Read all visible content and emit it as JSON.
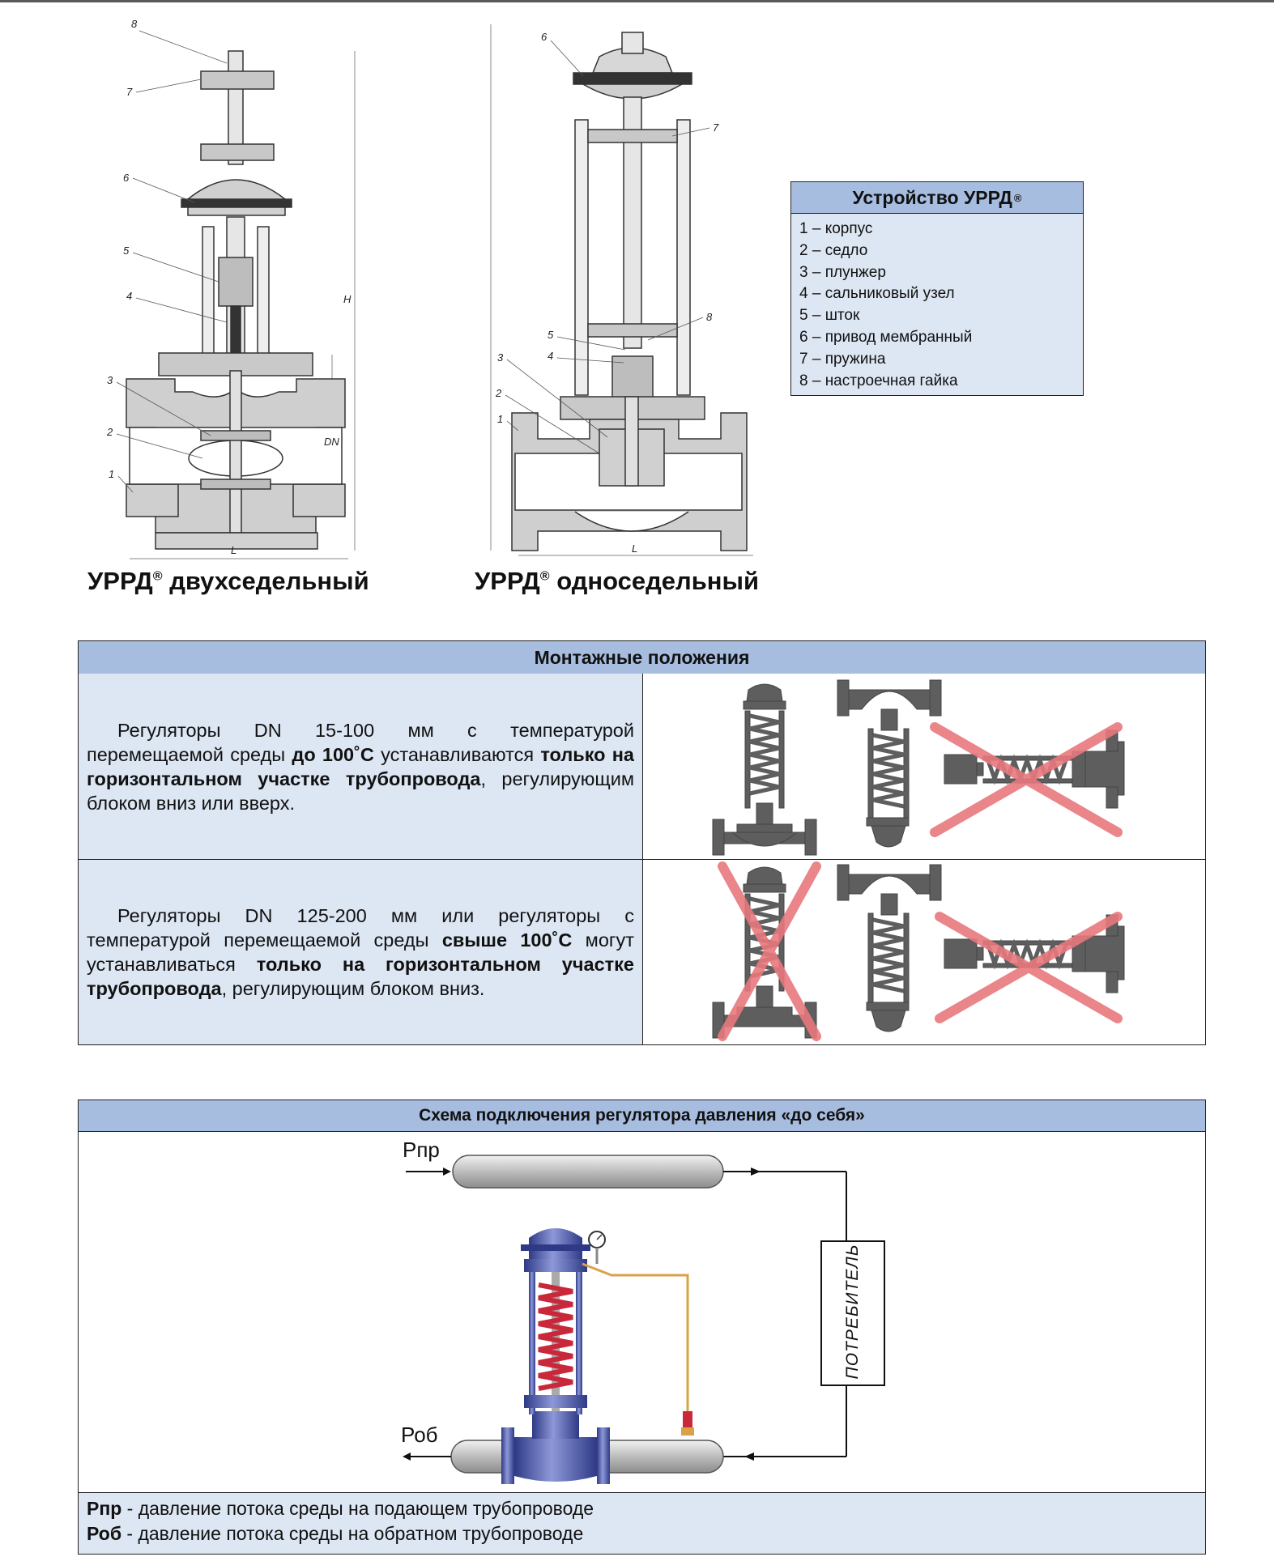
{
  "drawings": {
    "double_seat": {
      "caption_main": "УРРД",
      "caption_sup": "®",
      "caption_rest": " двухседельный",
      "callouts": [
        "8",
        "7",
        "6",
        "5",
        "4",
        "3",
        "2",
        "1"
      ],
      "dim_labels": {
        "height": "H",
        "dn": "DN",
        "length": "L"
      }
    },
    "single_seat": {
      "caption_main": "УРРД",
      "caption_sup": "®",
      "caption_rest": " односедельный",
      "callouts": [
        "6",
        "7",
        "8",
        "5",
        "4",
        "3",
        "2",
        "1"
      ],
      "dim_labels": {
        "length": "L"
      }
    }
  },
  "device_legend": {
    "title": "Устройство УРРД",
    "title_sup": "®",
    "items": [
      "1 – корпус",
      "2 – седло",
      "3 – плунжер",
      "4 – сальниковый узел",
      "5 – шток",
      "6 – привод мембранный",
      "7 – пружина",
      "8 – настроечная гайка"
    ]
  },
  "mounting": {
    "title": "Монтажные положения",
    "row1": {
      "t1": "Регуляторы DN 15-100 мм с температурой перемещаемой среды ",
      "b1": "до 100˚С",
      "t2": " устанавливаются ",
      "b2": "только на горизонтальном участке трубопровода",
      "t3": ", регулирующим блоком вниз или вверх."
    },
    "row2": {
      "t1": "Регуляторы DN 125-200 мм или регуляторы с температурой перемещаемой среды ",
      "b1": "свыше 100˚С",
      "t2": " могут устанавливаться ",
      "b2": "только на горизонтальном участке трубопровода",
      "t3": ", регулирующим блоком вниз."
    },
    "colors": {
      "body": "#5e5e5e",
      "cross": "#e8787e"
    }
  },
  "scheme": {
    "title": "Схема подключения регулятора давления «до себя»",
    "p_supply": "Рпр",
    "p_return": "Роб",
    "consumer": "ПОТРЕБИТЕЛЬ",
    "legend": [
      {
        "abbr": "Рпр",
        "text": " - давление потока среды на подающем трубопроводе"
      },
      {
        "abbr": "Роб",
        "text": " - давление потока среды на обратном трубопроводе"
      }
    ],
    "colors": {
      "valve_blue": "#4a5aa8",
      "spring_red": "#c8283a",
      "pipe": "#cfcfcf",
      "impulse_line": "#d9a24a"
    }
  }
}
